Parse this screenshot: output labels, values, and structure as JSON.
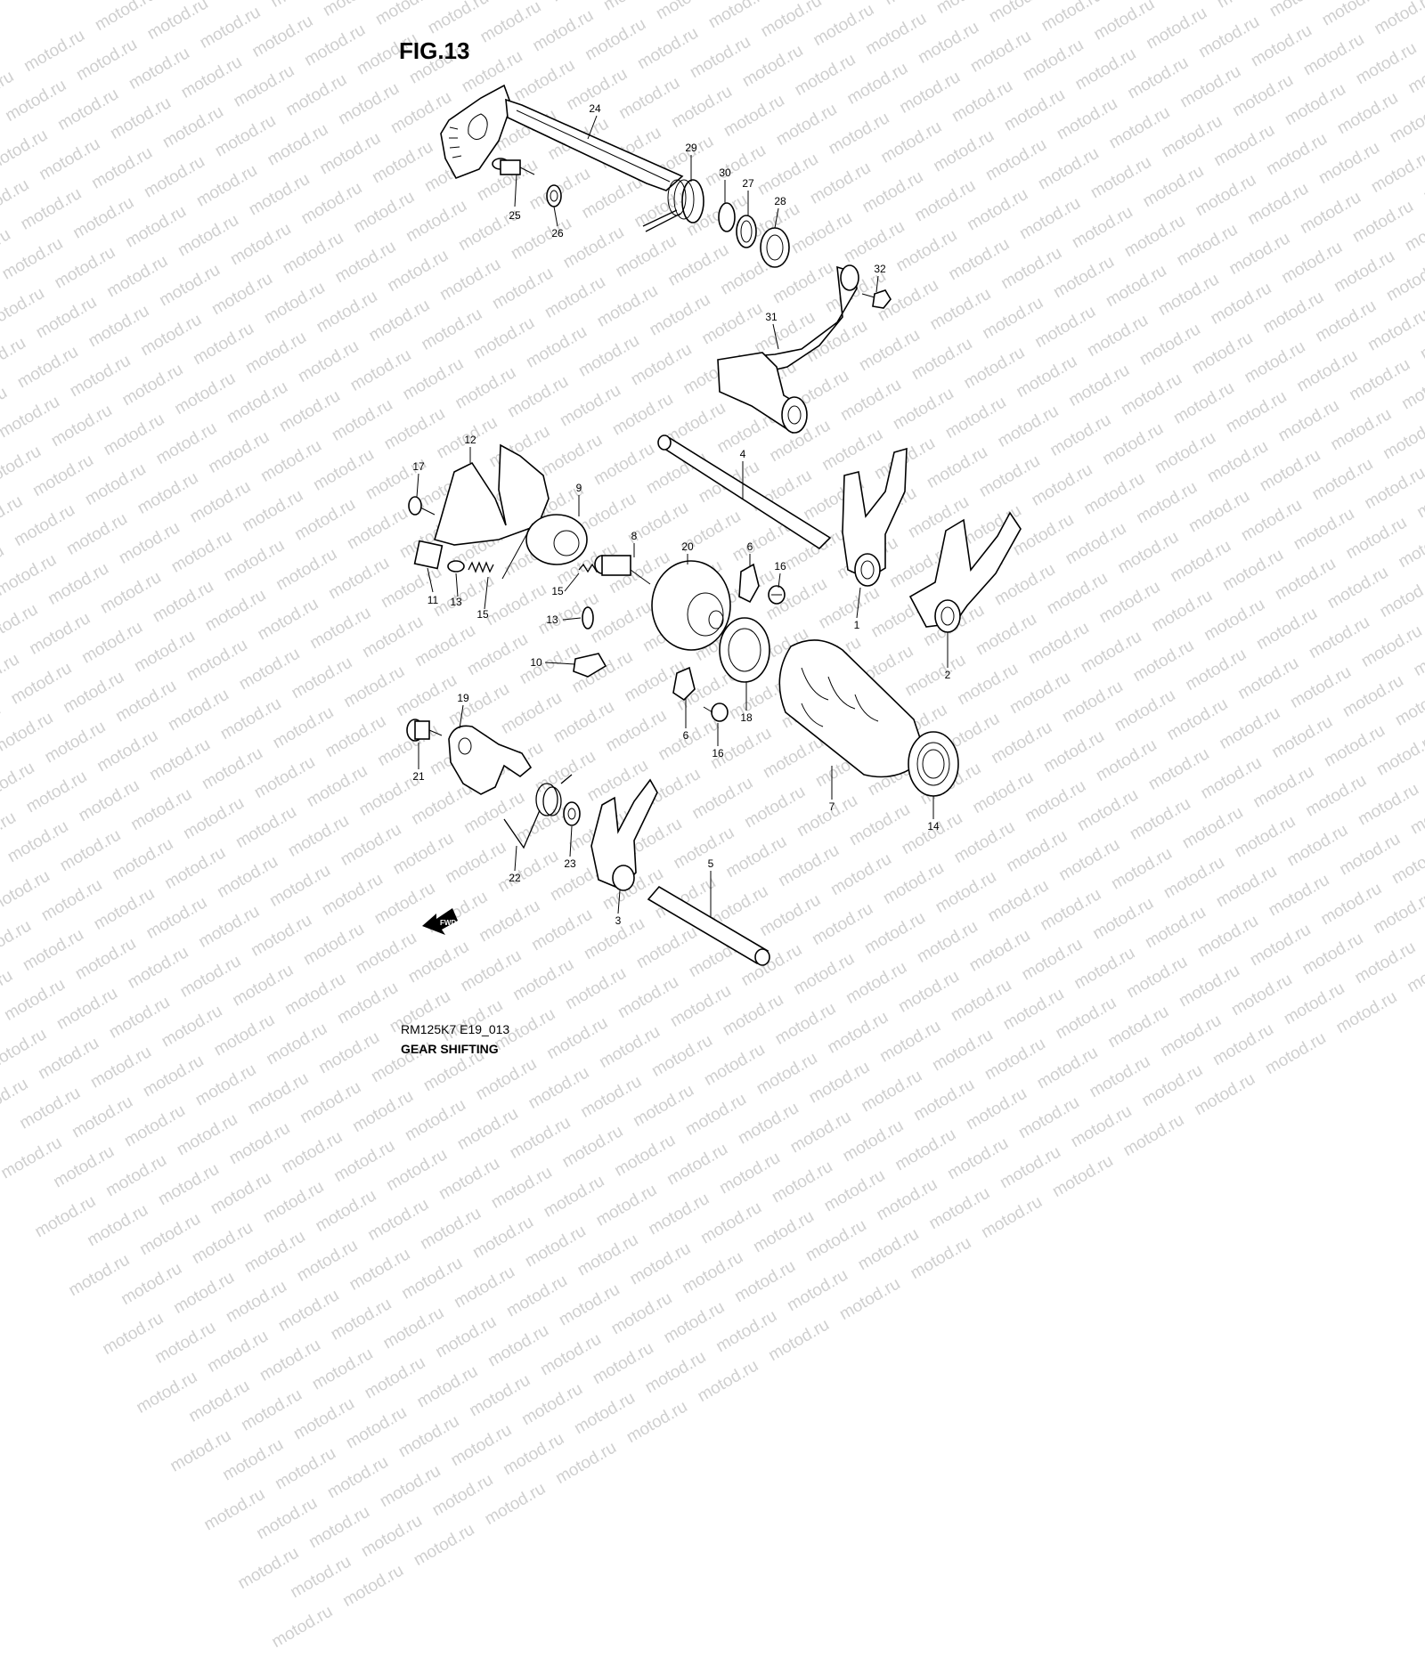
{
  "figure": {
    "title": "FIG.13",
    "model_code": "RM125K7 E19_013",
    "section_name": "GEAR SHIFTING"
  },
  "watermark": {
    "text": "motod.ru"
  },
  "direction_arrow": {
    "label": "FWD"
  },
  "callouts": [
    {
      "id": "c24",
      "label": "24"
    },
    {
      "id": "c29",
      "label": "29"
    },
    {
      "id": "c30",
      "label": "30"
    },
    {
      "id": "c27",
      "label": "27"
    },
    {
      "id": "c28",
      "label": "28"
    },
    {
      "id": "c25",
      "label": "25"
    },
    {
      "id": "c26",
      "label": "26"
    },
    {
      "id": "c32",
      "label": "32"
    },
    {
      "id": "c31",
      "label": "31"
    },
    {
      "id": "c12",
      "label": "12"
    },
    {
      "id": "c17",
      "label": "17"
    },
    {
      "id": "c9",
      "label": "9"
    },
    {
      "id": "c4",
      "label": "4"
    },
    {
      "id": "c8",
      "label": "8"
    },
    {
      "id": "c20",
      "label": "20"
    },
    {
      "id": "c6a",
      "label": "6"
    },
    {
      "id": "c16a",
      "label": "16"
    },
    {
      "id": "c11",
      "label": "11"
    },
    {
      "id": "c13a",
      "label": "13"
    },
    {
      "id": "c15a",
      "label": "15"
    },
    {
      "id": "c15b",
      "label": "15"
    },
    {
      "id": "c13b",
      "label": "13"
    },
    {
      "id": "c1",
      "label": "1"
    },
    {
      "id": "c2",
      "label": "2"
    },
    {
      "id": "c10",
      "label": "10"
    },
    {
      "id": "c6b",
      "label": "6"
    },
    {
      "id": "c18",
      "label": "18"
    },
    {
      "id": "c16b",
      "label": "16"
    },
    {
      "id": "c19",
      "label": "19"
    },
    {
      "id": "c21",
      "label": "21"
    },
    {
      "id": "c7",
      "label": "7"
    },
    {
      "id": "c14",
      "label": "14"
    },
    {
      "id": "c22",
      "label": "22"
    },
    {
      "id": "c23",
      "label": "23"
    },
    {
      "id": "c3",
      "label": "3"
    },
    {
      "id": "c5",
      "label": "5"
    }
  ]
}
